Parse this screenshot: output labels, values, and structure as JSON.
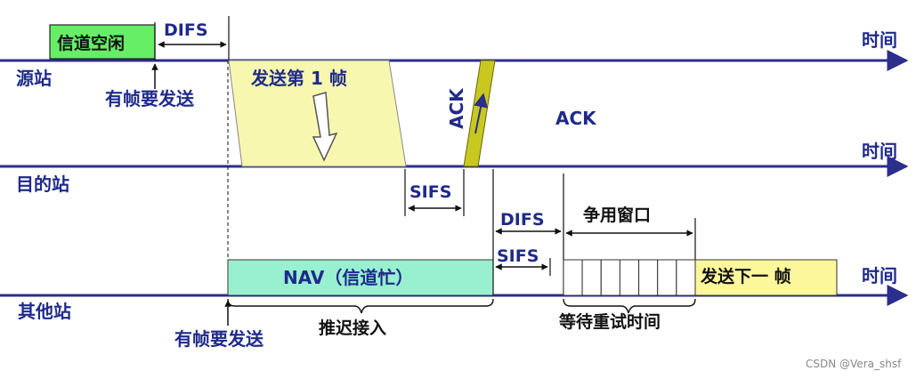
{
  "axis_labels": {
    "time_source": "时间",
    "time_dest": "时间",
    "time_other": "时间"
  },
  "stations": {
    "source": "源站",
    "destination": "目的站",
    "other": "其他站"
  },
  "source_row": {
    "idle_channel": "信道空闲",
    "difs": "DIFS",
    "frame_to_send": "有帧要发送",
    "send_first_frame": "发送第 1 帧",
    "ack_label": "ACK"
  },
  "dest_row": {
    "ack_rotated": "ACK",
    "sifs": "SIFS"
  },
  "other_row": {
    "difs": "DIFS",
    "contention_window": "争用窗口",
    "sifs": "SIFS",
    "nav_busy": "NAV（信道忙）",
    "send_next_frame": "发送下一 帧",
    "deferred_access": "推迟接入",
    "backoff_wait": "等待重试时间",
    "frame_to_send": "有帧要发送"
  },
  "watermark": "CSDN @Vera_shsf",
  "colors": {
    "axis": "#2b2e8a",
    "text": "#1f2a8a",
    "idle_fill": "#66ee66",
    "frame_fill": "#f7f7b0",
    "ack_fill": "#c8c820",
    "nav_fill": "#99f0d0",
    "next_frame_fill": "#fcf79a"
  },
  "backoff_slots": 7
}
